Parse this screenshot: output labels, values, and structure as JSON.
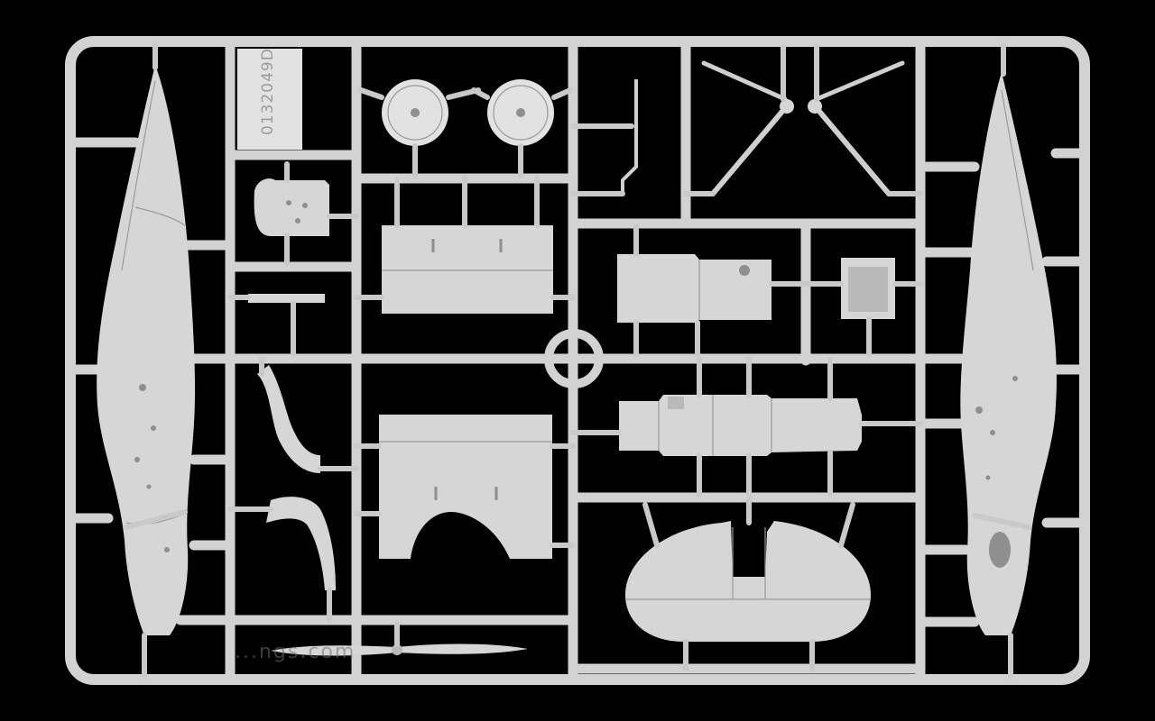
{
  "photo": {
    "subject": "plastic model kit sprue",
    "background_color": "#000000",
    "plastic_color": "#d6d6d6"
  },
  "sprue": {
    "part_code": "0132049D",
    "watermark": "...ngs.com"
  }
}
